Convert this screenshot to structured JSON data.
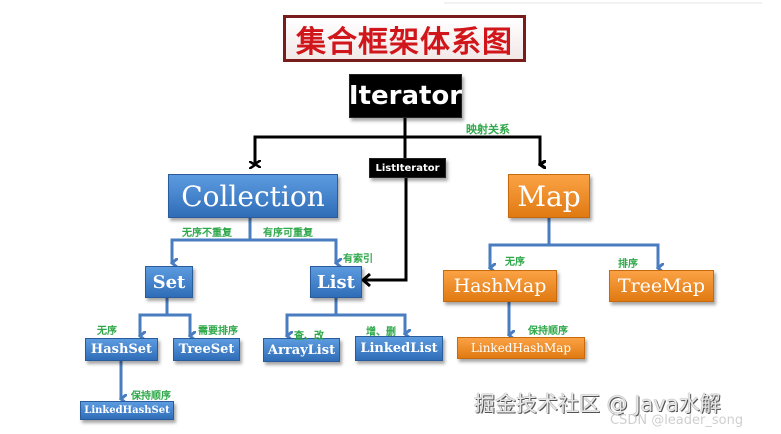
{
  "title": "集合框架体系图",
  "nodes": {
    "iterator": "Iterator",
    "list_iterator": "ListIterator",
    "collection": "Collection",
    "map": "Map",
    "set": "Set",
    "list": "List",
    "hashset": "HashSet",
    "treeset": "TreeSet",
    "linkedhashset": "LinkedHashSet",
    "arraylist": "ArrayList",
    "linkedlist": "LinkedList",
    "hashmap": "HashMap",
    "treemap": "TreeMap",
    "linkedhashmap": "LinkedHashMap"
  },
  "edge_labels": {
    "mapping": "映射关系",
    "unordered_unique": "无序不重复",
    "ordered_repeatable": "有序可重复",
    "indexed": "有索引",
    "set_unordered": "无序",
    "set_sorted": "需要排序",
    "keep_order_set": "保持顺序",
    "query_modify": "查、改",
    "add_delete": "增、删",
    "map_unordered": "无序",
    "map_sorted": "排序",
    "keep_order_map": "保持顺序"
  },
  "colors": {
    "interface_blue": "#3a7cc9",
    "map_orange": "#f08a1c",
    "iterator_black": "#000000",
    "label_green": "#2fa84a",
    "title_red": "#d0161b"
  },
  "watermark": {
    "primary": "掘金技术社区 @ Java水解",
    "secondary": "CSDN @leader_song"
  }
}
